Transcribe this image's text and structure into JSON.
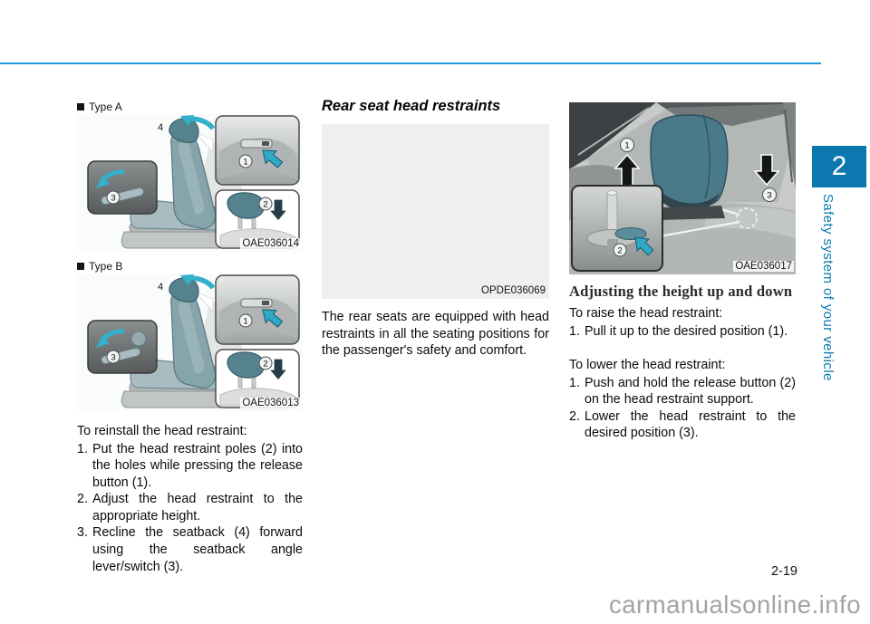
{
  "page": {
    "number": "2-19",
    "watermark": "carmanualsonline.info"
  },
  "chapter_tab": {
    "number": "2",
    "title": "Safety system of your vehicle"
  },
  "left_column": {
    "figure_a": {
      "type_label": "Type A",
      "caption": "OAE036014",
      "callout_release": "1",
      "callout_headrest": "2",
      "callout_lever": "3",
      "callout_seatback": "4"
    },
    "figure_b": {
      "type_label": "Type B",
      "caption": "OAE036013",
      "callout_release": "1",
      "callout_headrest": "2",
      "callout_lever": "3",
      "callout_seatback": "4"
    },
    "intro": "To reinstall the head restraint:",
    "steps": [
      {
        "num": "1.",
        "text": "Put the head restraint poles (2) into the holes while pressing the release button (1)."
      },
      {
        "num": "2.",
        "text": "Adjust the head restraint to the appropriate height."
      },
      {
        "num": "3.",
        "text": "Recline the seatback (4) forward using the seatback angle lever/switch (3)."
      }
    ]
  },
  "middle_column": {
    "heading": "Rear seat head restraints",
    "figure": {
      "caption": "OPDE036069"
    },
    "paragraph": "The rear seats are equipped with head restraints in all the seating positions for the passenger's safety and comfort."
  },
  "right_column": {
    "figure": {
      "caption": "OAE036017",
      "callout_up": "1",
      "callout_release": "2",
      "callout_down": "3"
    },
    "heading": "Adjusting the height up and down",
    "raise_intro": "To raise the head restraint:",
    "raise_steps": [
      {
        "num": "1.",
        "text": "Pull it up to the desired position (1)."
      }
    ],
    "lower_intro": "To lower the head restraint:",
    "lower_steps": [
      {
        "num": "1.",
        "text": "Push and hold the release button (2) on the head restraint support."
      },
      {
        "num": "2.",
        "text": "Lower the head restraint to the desired position (3)."
      }
    ]
  },
  "colors": {
    "accent_blue": "#1f9cd9",
    "tab_blue": "#0d78b0",
    "watermark_gray": "#a3a3a3"
  }
}
